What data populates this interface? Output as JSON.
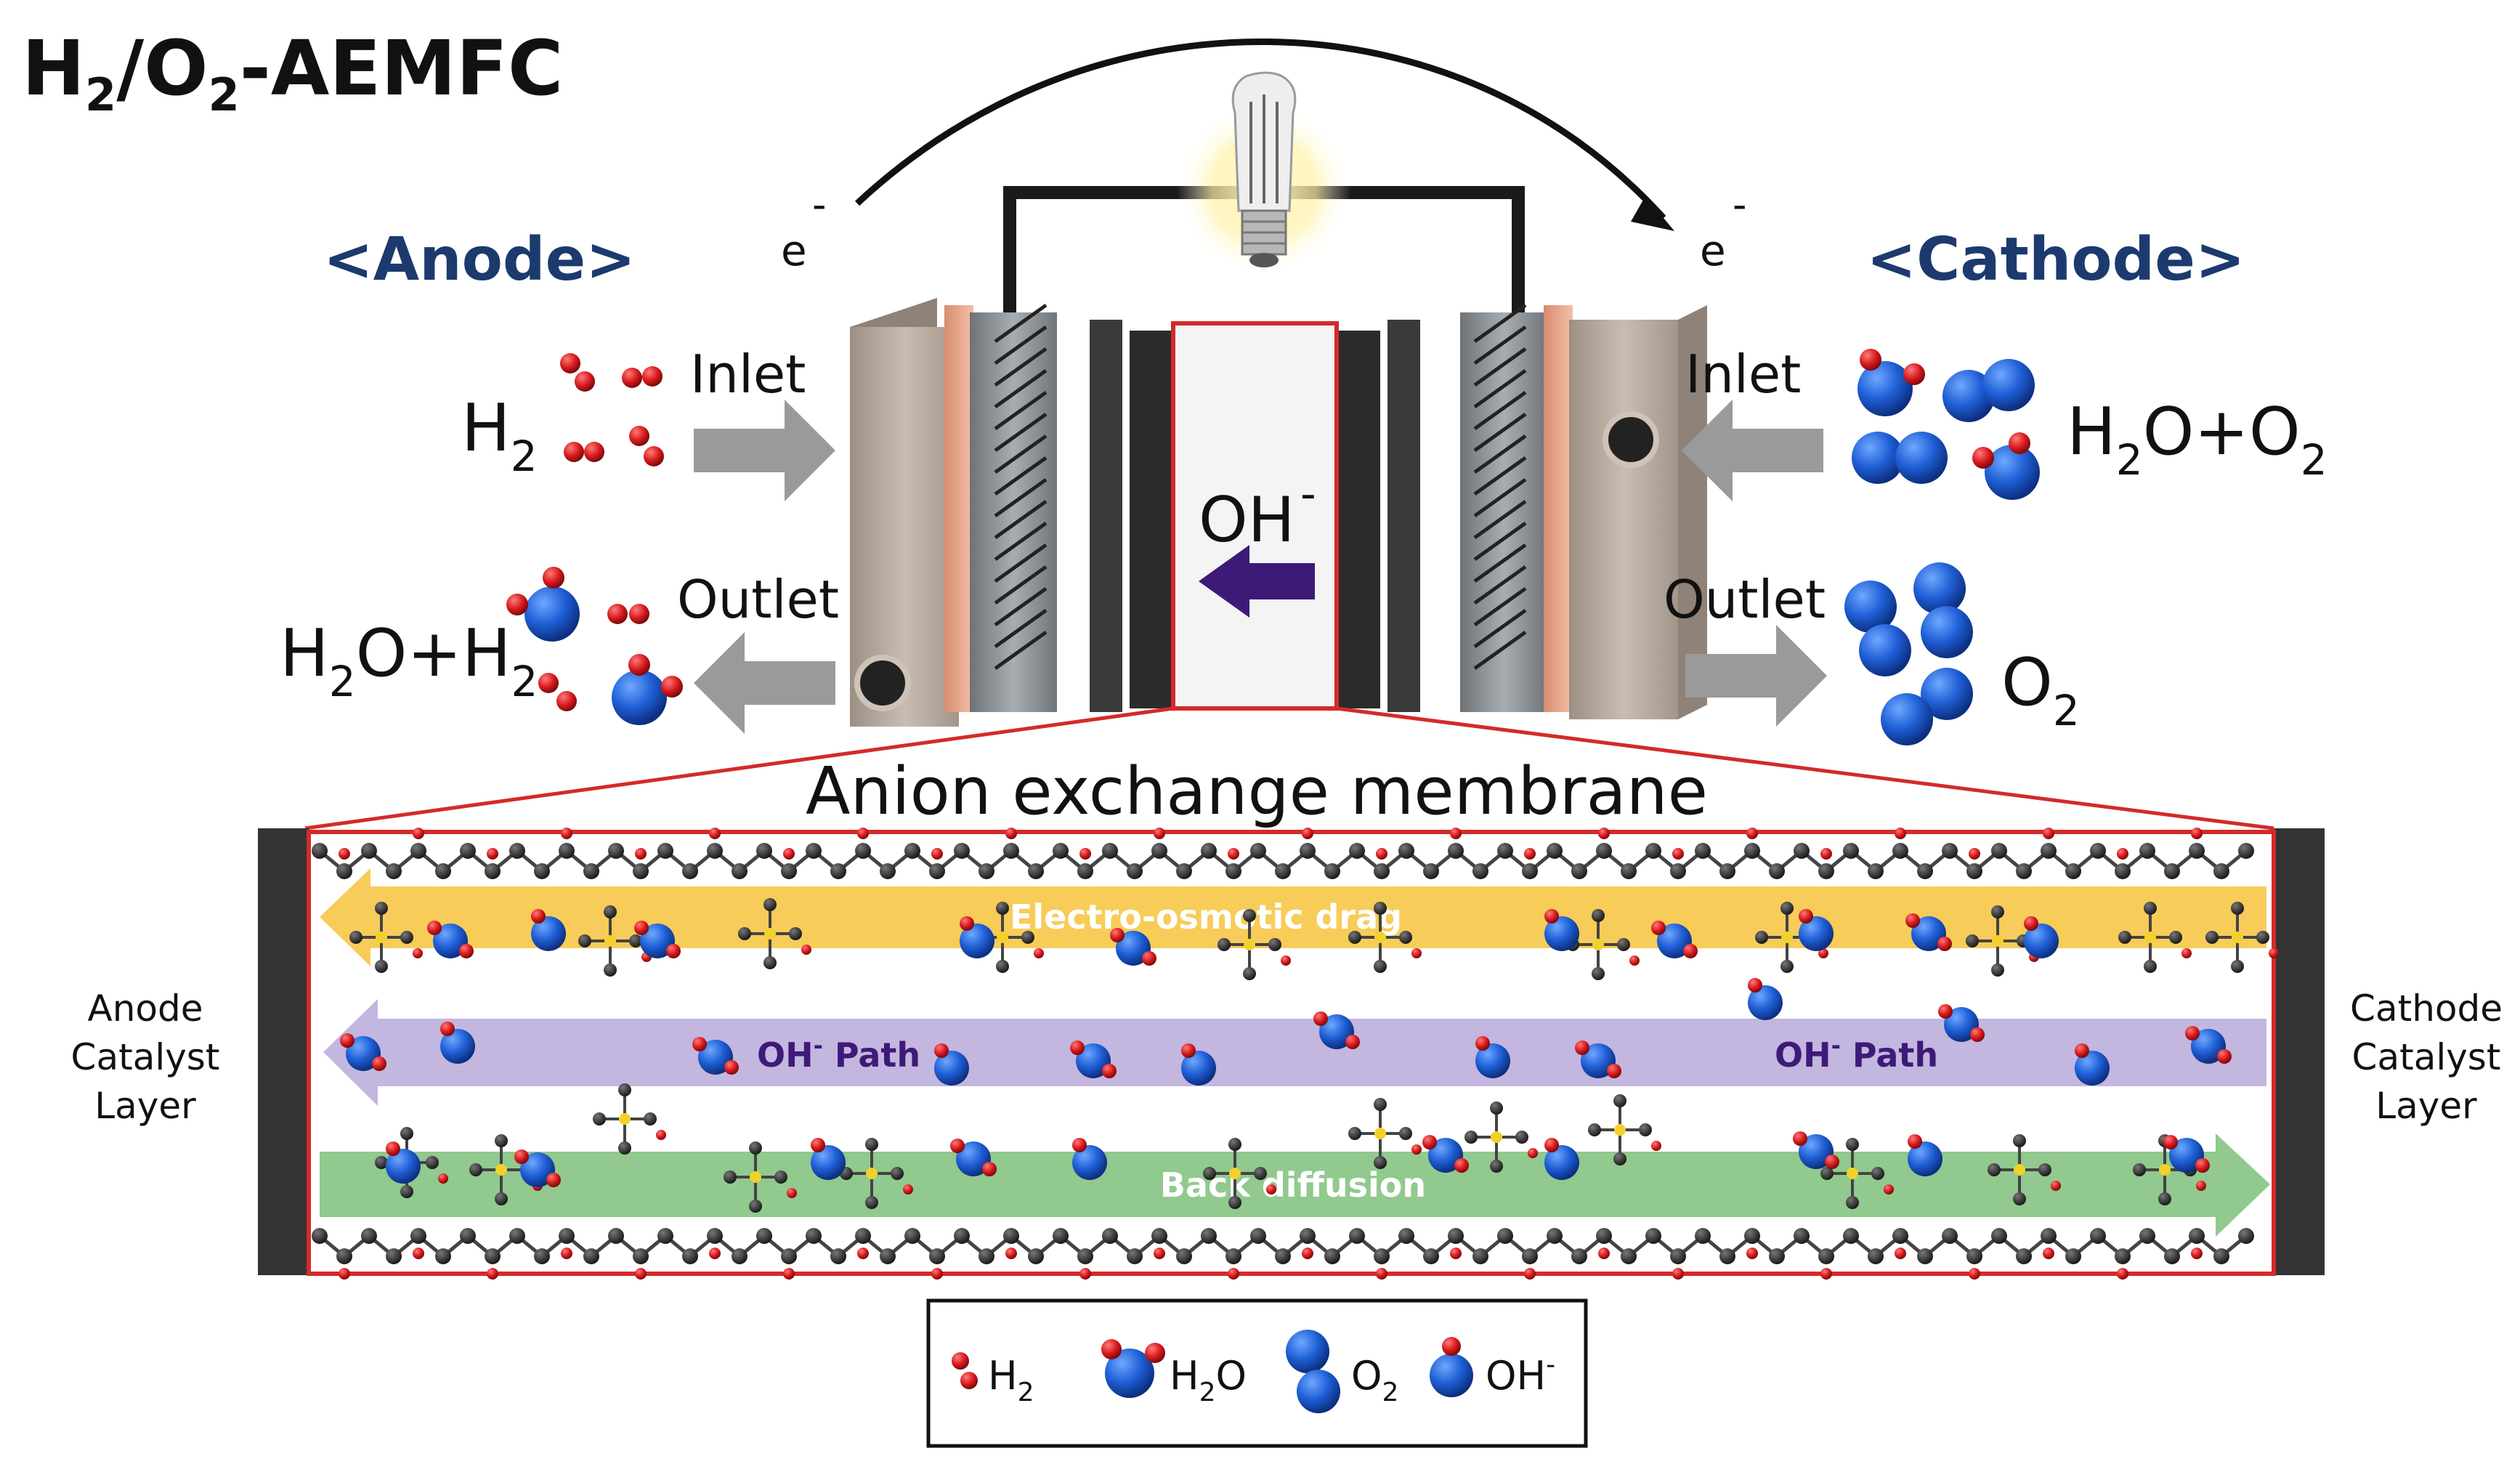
{
  "title": {
    "main": "H",
    "sub1": "2",
    "mid": "/O",
    "sub2": "2",
    "tail": "-AEMFC"
  },
  "anode": {
    "label": "<Anode>",
    "inlet_label": "Inlet",
    "outlet_label": "Outlet",
    "inlet_gas": {
      "main": "H",
      "sub": "2"
    },
    "outlet_gas": {
      "a": "H",
      "a_sub": "2",
      "b": "O+H",
      "b_sub": "2"
    }
  },
  "cathode": {
    "label": "<Cathode>",
    "inlet_label": "Inlet",
    "outlet_label": "Outlet",
    "inlet_gas": {
      "a": "H",
      "a_sub": "2",
      "b": "O+O",
      "b_sub": "2"
    },
    "outlet_gas": {
      "main": "O",
      "sub": "2"
    }
  },
  "electron": {
    "symbol": "e",
    "charge": "-"
  },
  "membrane_ion": {
    "symbol": "OH",
    "charge": "-"
  },
  "membrane": {
    "title": "Anion exchange membrane",
    "left_label": [
      "Anode",
      "Catalyst",
      "Layer"
    ],
    "right_label": [
      "Cathode",
      "Catalyst",
      "Layer"
    ],
    "bands": {
      "drag": "Electro-osmotic drag",
      "path_left": "OH",
      "path_left_tail": " Path",
      "path_right": "OH",
      "path_right_tail": " Path",
      "path_charge": "-",
      "back": "Back diffusion"
    }
  },
  "legend": {
    "h2": {
      "main": "H",
      "sub": "2"
    },
    "h2o": {
      "a": "H",
      "a_sub": "2",
      "b": "O"
    },
    "o2": {
      "main": "O",
      "sub": "2"
    },
    "oh": {
      "main": "OH",
      "sup": "-"
    }
  },
  "colors": {
    "hydrogen_red": "#d7191c",
    "oxygen_blue": "#1f5fd6",
    "anode_blue": "#1c3a6e",
    "membrane_outline": "#d42a2a",
    "drag_band": "#f6c33c",
    "path_band": "#b8a9d9",
    "back_band": "#7ec07a",
    "arrow_gray": "#9a9a9a",
    "purple_arrow": "#3d1a78"
  },
  "icons": [
    "lightbulb-icon",
    "curved-arrow-icon",
    "flow-arrow-icon"
  ]
}
